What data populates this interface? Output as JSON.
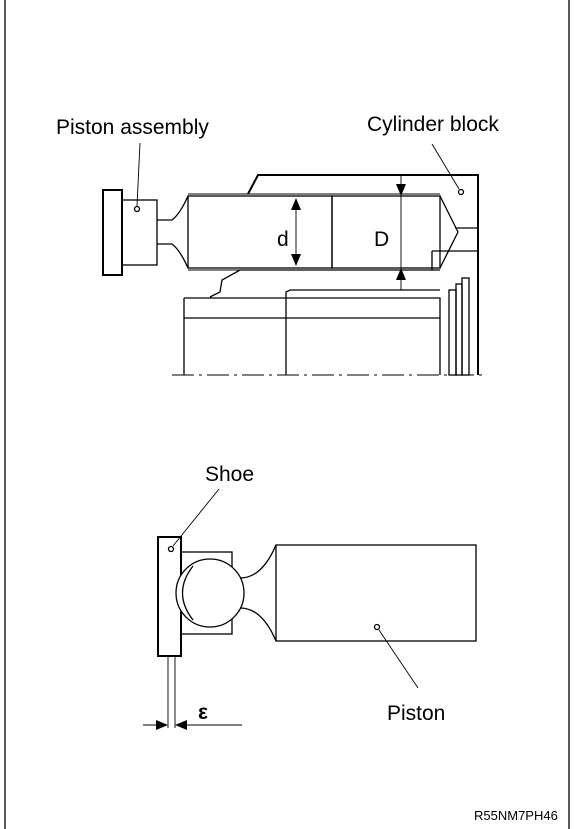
{
  "labels": {
    "piston_assembly": "Piston assembly",
    "cylinder_block": "Cylinder block",
    "d": "d",
    "D": "D",
    "shoe": "Shoe",
    "epsilon": "ε",
    "piston": "Piston"
  },
  "figure_code": "R55NM7PH46"
}
